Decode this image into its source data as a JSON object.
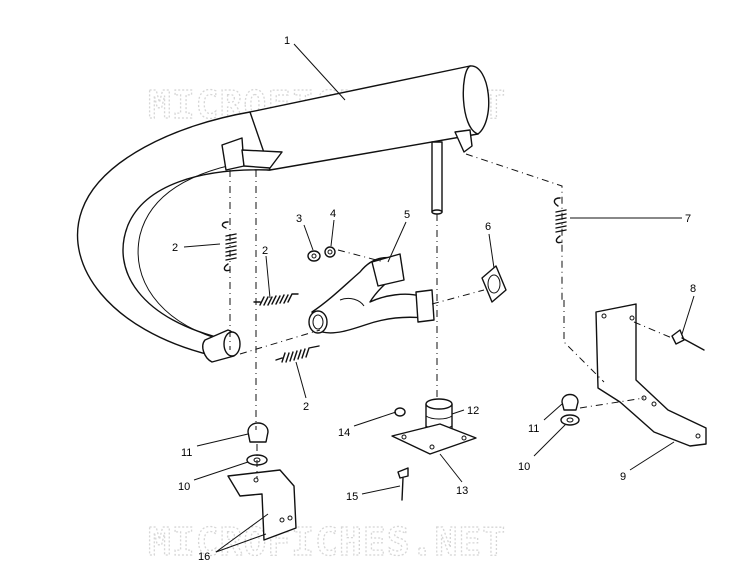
{
  "watermark": "MICROFICHES.NET",
  "callouts": [
    "1",
    "2",
    "2",
    "2",
    "3",
    "4",
    "5",
    "6",
    "7",
    "8",
    "9",
    "10",
    "10",
    "11",
    "11",
    "12",
    "13",
    "14",
    "15",
    "16"
  ],
  "colors": {
    "ink": "#111111",
    "watermark": "#d6d6d6",
    "background": "#ffffff"
  }
}
